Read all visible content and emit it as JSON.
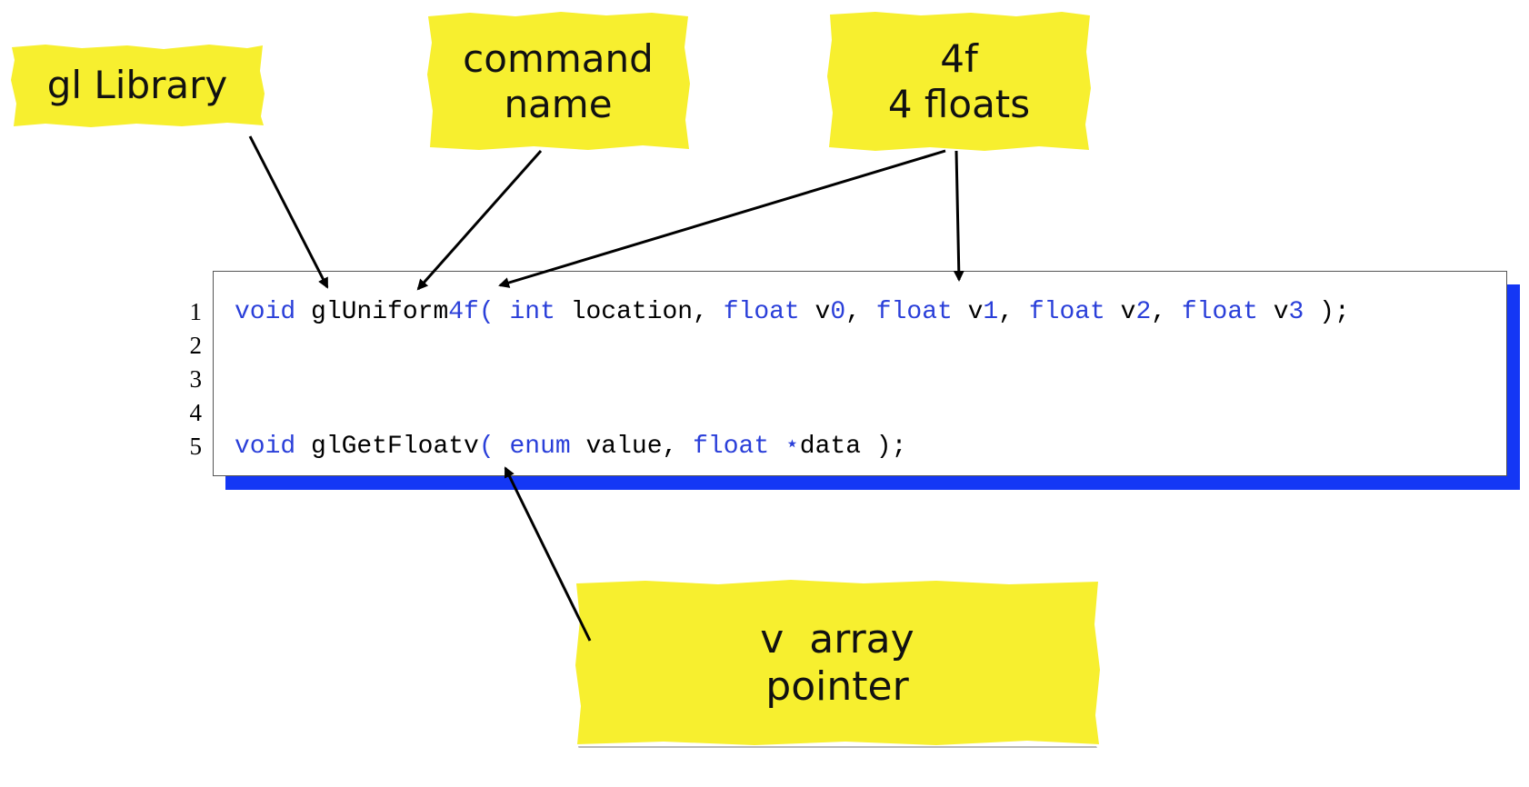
{
  "notes": {
    "gl_library": "gl Library",
    "command_name": "command\nname",
    "four_floats": "4f\n4 floats",
    "v_array": "v  array\npointer"
  },
  "code": {
    "line_numbers": [
      "1",
      "2",
      "3",
      "4",
      "5"
    ],
    "lines": [
      [
        {
          "t": "void ",
          "k": true
        },
        {
          "t": "glUniform",
          "k": false
        },
        {
          "t": "4f",
          "k": true
        },
        {
          "t": "( ",
          "k": true
        },
        {
          "t": "int ",
          "k": true
        },
        {
          "t": "location, ",
          "k": false
        },
        {
          "t": "float ",
          "k": true
        },
        {
          "t": "v",
          "k": false
        },
        {
          "t": "0",
          "k": true
        },
        {
          "t": ", ",
          "k": false
        },
        {
          "t": "float ",
          "k": true
        },
        {
          "t": "v",
          "k": false
        },
        {
          "t": "1",
          "k": true
        },
        {
          "t": ", ",
          "k": false
        },
        {
          "t": "float ",
          "k": true
        },
        {
          "t": "v",
          "k": false
        },
        {
          "t": "2",
          "k": true
        },
        {
          "t": ", ",
          "k": false
        },
        {
          "t": "float ",
          "k": true
        },
        {
          "t": "v",
          "k": false
        },
        {
          "t": "3",
          "k": true
        },
        {
          "t": " );",
          "k": false
        }
      ],
      [],
      [],
      [],
      [
        {
          "t": "void ",
          "k": true
        },
        {
          "t": "glGetFloatv",
          "k": false
        },
        {
          "t": "( ",
          "k": true
        },
        {
          "t": "enum ",
          "k": true
        },
        {
          "t": "value, ",
          "k": false
        },
        {
          "t": "float ",
          "k": true
        },
        {
          "t": "⋆",
          "k": true
        },
        {
          "t": "data );",
          "k": false
        }
      ]
    ]
  },
  "colors": {
    "note_yellow": "#f7ef2f",
    "keyword_blue": "#2a3fd9",
    "shadow_blue": "#1437f5"
  }
}
